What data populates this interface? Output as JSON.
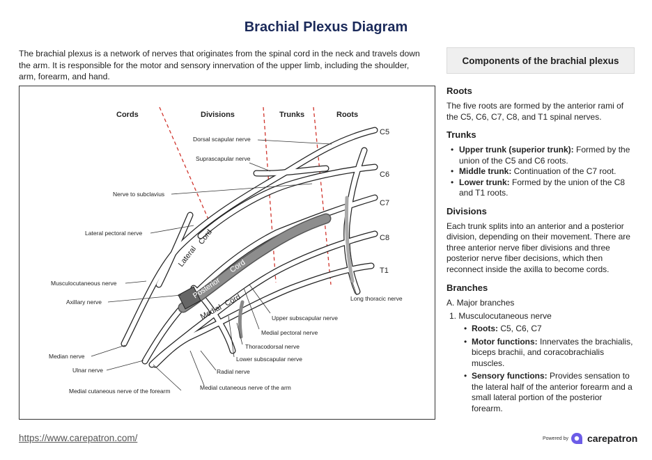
{
  "title": "Brachial Plexus Diagram",
  "intro": "The brachial plexus is a network of nerves that originates from the spinal cord in the neck and travels down the arm. It is responsible for the motor and sensory innervation of the upper limb, including the shoulder, arm, forearm, and hand.",
  "diagram": {
    "headers": {
      "cords": "Cords",
      "divisions": "Divisions",
      "trunks": "Trunks",
      "roots": "Roots"
    },
    "roots": [
      "C5",
      "C6",
      "C7",
      "C8",
      "T1"
    ],
    "cord_labels": {
      "lateral": "Lateral",
      "posterior": "Posterior",
      "medial": "Medial",
      "cord": "Cord"
    },
    "labels": {
      "dorsal_scapular": "Dorsal scapular nerve",
      "suprascapular": "Suprascapular nerve",
      "nerve_to_subclavius": "Nerve to subclavius",
      "lateral_pectoral": "Lateral pectoral nerve",
      "musculocutaneous": "Musculocutaneous nerve",
      "axillary": "Axillary nerve",
      "median": "Median nerve",
      "ulnar": "Ulnar nerve",
      "medial_cut_forearm": "Medial cutaneous nerve of the forearm",
      "long_thoracic": "Long thoracic nerve",
      "upper_subscapular": "Upper subscapular nerve",
      "medial_pectoral": "Medial pectoral nerve",
      "thoracodorsal": "Thoracodorsal nerve",
      "lower_subscapular": "Lower subscapular nerve",
      "radial": "Radial nerve",
      "medial_cut_arm": "Medial cutaneous nerve of the arm"
    }
  },
  "panel": {
    "header": "Components of the brachial plexus",
    "roots_heading": "Roots",
    "roots_text": "The five roots are formed by the anterior rami of the C5, C6, C7, C8, and T1 spinal nerves.",
    "trunks_heading": "Trunks",
    "trunks": [
      {
        "term": "Upper trunk (superior trunk):",
        "desc": " Formed by the union of the C5 and C6 roots."
      },
      {
        "term": "Middle trunk:",
        "desc": " Continuation of the C7 root."
      },
      {
        "term": "Lower trunk:",
        "desc": " Formed by the union of the C8 and T1 roots."
      }
    ],
    "divisions_heading": "Divisions",
    "divisions_text": "Each trunk splits into an anterior and a posterior division, depending on their movement. There are three anterior nerve fiber divisions and three posterior nerve fiber decisions, which then reconnect inside the axilla to become cords.",
    "branches_heading": "Branches",
    "major": "A. Major branches",
    "item1": "1. Musculocutaneous nerve",
    "details": [
      {
        "term": "Roots:",
        "desc": " C5, C6, C7"
      },
      {
        "term": "Motor functions:",
        "desc": " Innervates the brachialis, biceps brachii, and coracobrachialis muscles."
      },
      {
        "term": "Sensory functions:",
        "desc": " Provides sensation to the lateral half of the anterior forearm and a small lateral portion of the posterior forearm."
      }
    ]
  },
  "footer": {
    "url": "https://www.carepatron.com/",
    "powered_by": "Powered by",
    "brand": "carepatron"
  },
  "colors": {
    "title": "#1b2a5a",
    "brand": "#6c5ce7",
    "guide_line": "#d0342c",
    "posterior_cord": "#777777"
  }
}
